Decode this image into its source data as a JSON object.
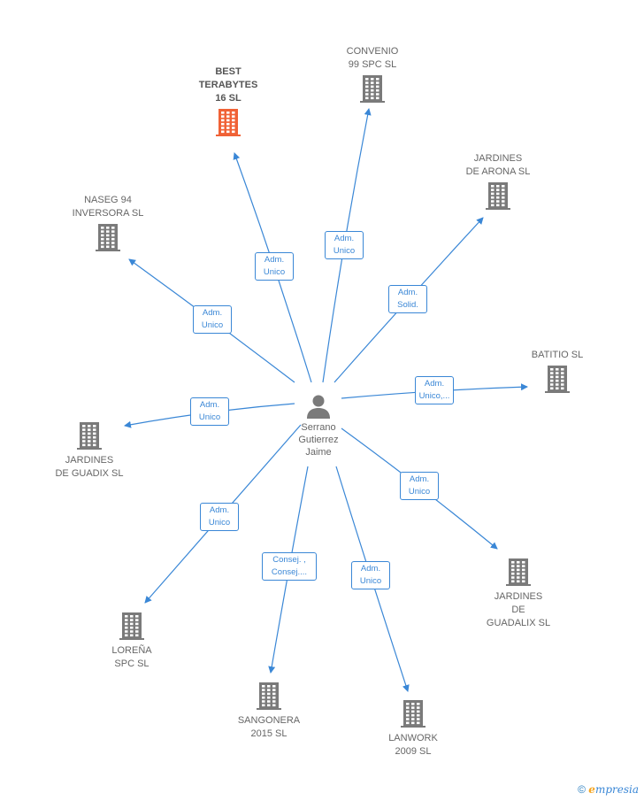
{
  "colors": {
    "edge": "#3a87d6",
    "building": "#7a7a7a",
    "building_highlight": "#f06236",
    "text": "#666666"
  },
  "center": {
    "name": "Serrano\nGutierrez\nJaime",
    "icon": "person-icon"
  },
  "companies": [
    {
      "id": "best",
      "name": "BEST\nTERABYTES\n16  SL",
      "highlight": true,
      "icon": "building-icon"
    },
    {
      "id": "convenio",
      "name": "CONVENIO\n99 SPC  SL",
      "highlight": false,
      "icon": "building-icon"
    },
    {
      "id": "jardines_arona",
      "name": "JARDINES\nDE ARONA  SL",
      "highlight": false,
      "icon": "building-icon"
    },
    {
      "id": "naseg",
      "name": "NASEG 94\nINVERSORA SL",
      "highlight": false,
      "icon": "building-icon"
    },
    {
      "id": "batitio",
      "name": "BATITIO  SL",
      "highlight": false,
      "icon": "building-icon"
    },
    {
      "id": "jardines_guadix",
      "name": "JARDINES\nDE GUADIX  SL",
      "highlight": false,
      "icon": "building-icon"
    },
    {
      "id": "jardines_guadalix",
      "name": "JARDINES\nDE\nGUADALIX SL",
      "highlight": false,
      "icon": "building-icon"
    },
    {
      "id": "lorena",
      "name": "LOREÑA\nSPC  SL",
      "highlight": false,
      "icon": "building-icon"
    },
    {
      "id": "sangonera",
      "name": "SANGONERA\n2015  SL",
      "highlight": false,
      "icon": "building-icon"
    },
    {
      "id": "lanwork",
      "name": "LANWORK\n2009  SL",
      "highlight": false,
      "icon": "building-icon"
    }
  ],
  "relations": [
    {
      "to": "best",
      "label": "Adm.\nUnico"
    },
    {
      "to": "convenio",
      "label": "Adm.\nUnico"
    },
    {
      "to": "jardines_arona",
      "label": "Adm.\nSolid."
    },
    {
      "to": "naseg",
      "label": "Adm.\nUnico"
    },
    {
      "to": "batitio",
      "label": "Adm.\nUnico,..."
    },
    {
      "to": "jardines_guadix",
      "label": "Adm.\nUnico"
    },
    {
      "to": "jardines_guadalix",
      "label": "Adm.\nUnico"
    },
    {
      "to": "lorena",
      "label": "Adm.\nUnico"
    },
    {
      "to": "sangonera",
      "label": "Consej. ,\nConsej...."
    },
    {
      "to": "lanwork",
      "label": "Adm.\nUnico"
    }
  ],
  "footer": {
    "copyright": "©",
    "brand_first": "e",
    "brand_rest": "mpresia"
  }
}
